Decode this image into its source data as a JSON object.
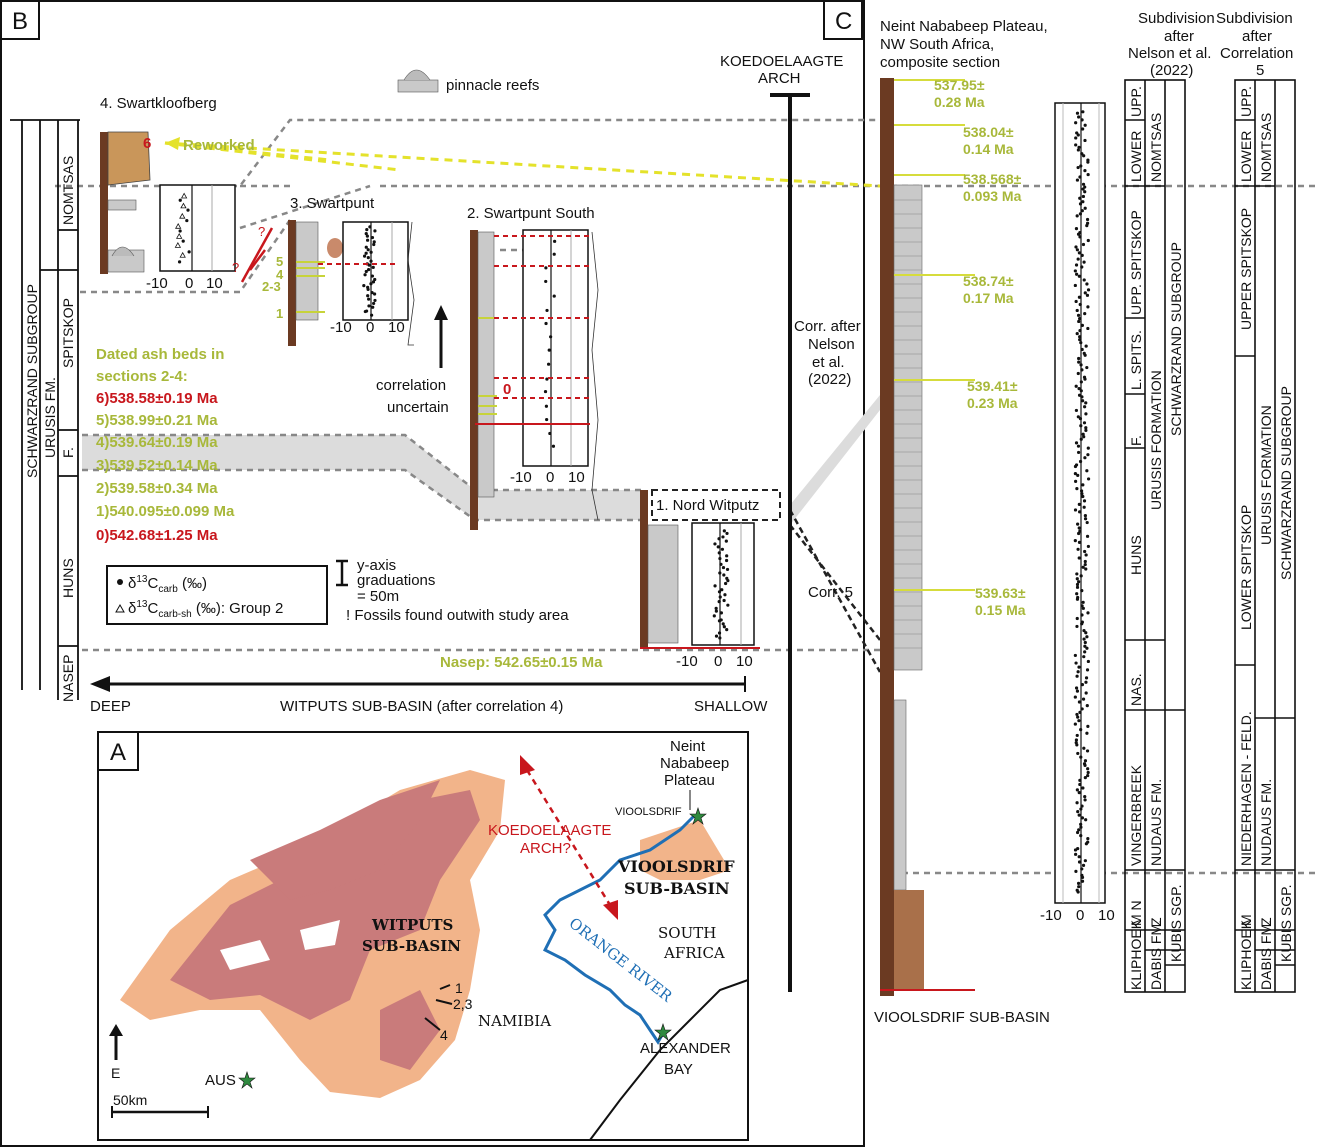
{
  "panels": {
    "b": "B",
    "c": "C",
    "a": "A"
  },
  "strat_left": {
    "subgroup": "SCHWARZRAND SUBGROUP",
    "formation": "URUSIS FM.",
    "nomtsas": "NOMTSAS",
    "spitskop": "SPITSKOP",
    "f": "F.",
    "huns": "HUNS",
    "nasep": "NASEP"
  },
  "sections": {
    "s4": "4. Swartkloofberg",
    "s3": "3. Swartpunt",
    "s2": "2. Swartpunt South",
    "s1": "1. Nord Witputz",
    "reworked": "Reworked",
    "n6": "6",
    "n0": "0",
    "bed5": "5",
    "bed4": "4",
    "bed23": "2-3",
    "bed1": "1",
    "exclaim": "!",
    "q": "?"
  },
  "axis_ticks": {
    "m10": "-10",
    "zero": "0",
    "p10": "10"
  },
  "legend": {
    "pinnacle": "pinnacle reefs",
    "ash_title_1": "Dated ash beds in",
    "ash_title_2": "sections 2-4:",
    "ash": [
      "6)538.58±0.19 Ma",
      "5)538.99±0.21 Ma",
      "4)539.64±0.19 Ma",
      "3)539.52±0.14 Ma",
      "2)539.58±0.34 Ma",
      "1)540.095±0.099 Ma",
      "0)542.68±1.25 Ma"
    ],
    "carb_prefix": "δ",
    "carb_sup": "13",
    "carb_main": "C",
    "carb_sub": "carb",
    "carb_unit": " (‰)",
    "carbsh_sub": "carb-sh",
    "carbsh_unit": " (‰): Group 2",
    "yaxis_1": "y-axis",
    "yaxis_2": "graduations",
    "yaxis_3": "= 50m",
    "fossils": "! Fossils found outwith study area",
    "corr_unc_1": "correlation",
    "corr_unc_2": "uncertain",
    "nasep_date": "Nasep: 542.65±0.15 Ma",
    "deep": "DEEP",
    "shallow": "SHALLOW",
    "subbasin": "WITPUTS SUB-BASIN (after correlation 4)"
  },
  "arch": {
    "l1": "KOEDOELAAGTE",
    "l2": "ARCH"
  },
  "corr": {
    "nelson_1": "Corr. after",
    "nelson_2": "Nelson",
    "nelson_3": "et al.",
    "nelson_4": "(2022)",
    "c5": "Corr. 5"
  },
  "neint": {
    "h1": "Neint Nababeep Plateau,",
    "h2": "NW South Africa,",
    "h3": "composite section",
    "footer": "VIOOLSDRIF SUB-BASIN",
    "dates": [
      [
        "537.95±",
        "0.28 Ma"
      ],
      [
        "538.04±",
        "0.14 Ma"
      ],
      [
        "538.568±",
        "0.093 Ma"
      ],
      [
        "538.74±",
        "0.17 Ma"
      ],
      [
        "539.41±",
        "0.23 Ma"
      ],
      [
        "539.63±",
        "0.15 Ma"
      ]
    ]
  },
  "subdiv_nelson": {
    "h1": "Subdivision",
    "h2": "after",
    "h3": "Nelson et al.",
    "h4": "(2022)",
    "lower": "LOWER",
    "upp": "UPP.",
    "nomtsas": "NOMTSAS",
    "upp_spitskop": "UPP. SPITSKOP",
    "f": "F.",
    "l_spits": "L. SPITS.",
    "huns": "HUNS",
    "nas": "NAS.",
    "urusis": "URUSIS FORMATION",
    "schwarz": "SCHWARZRAND SUBGROUP",
    "vingerbreek": "VINGERBREEK",
    "nudaus": "NUDAUS FM.",
    "mn": "M N",
    "z": "Z",
    "kliphoek": "KLIPHOEK",
    "dabis": "DABIS FM.",
    "kubis": "KUBIS SGP."
  },
  "subdiv_corr5": {
    "h1": "Subdivision",
    "h2": "after",
    "h3": "Correlation",
    "h4": "5",
    "lower": "LOWER",
    "upp": "UPP.",
    "nomtsas": "NOMTSAS",
    "upper_spitskop": "UPPER SPITSKOP",
    "lower_spitskop": "LOWER SPITSKOP",
    "urusis": "URUSIS FORMATION",
    "schwarz": "SCHWARZRAND SUBGROUP",
    "niederhagen": "NIEDERHAGEN - FELD.",
    "nudaus": "NUDAUS FM.",
    "m": "M",
    "z": "Z",
    "kliphoek": "KLIPHOEK",
    "dabis": "DABIS FM.",
    "kubis": "KUBIS SGP."
  },
  "map": {
    "neint_1": "Neint",
    "neint_2": "Nababeep",
    "neint_3": "Plateau",
    "vioolsdrif": "VIOOLSDRIF",
    "koedo_1": "KOEDOELAAGTE",
    "koedo_2": "ARCH?",
    "vsb_1": "VIOOLSDRIF",
    "vsb_2": "SUB-BASIN",
    "witputs_1": "WITPUTS",
    "witputs_2": "SUB-BASIN",
    "sa_1": "SOUTH",
    "sa_2": "AFRICA",
    "river": "ORANGE RIVER",
    "namibia": "NAMIBIA",
    "alex_1": "ALEXANDER",
    "alex_2": "BAY",
    "aus": "AUS",
    "e": "E",
    "scale": "50km",
    "loc1": "1",
    "loc23": "2,3",
    "loc4": "4"
  },
  "colors": {
    "green": "#a8b83a",
    "red": "#c8171d",
    "grey": "#c9c9c9",
    "brown": "#6b3a22",
    "map_dark": "#c97b7b",
    "map_light": "#f2b48a",
    "river": "#1f6fb5"
  }
}
